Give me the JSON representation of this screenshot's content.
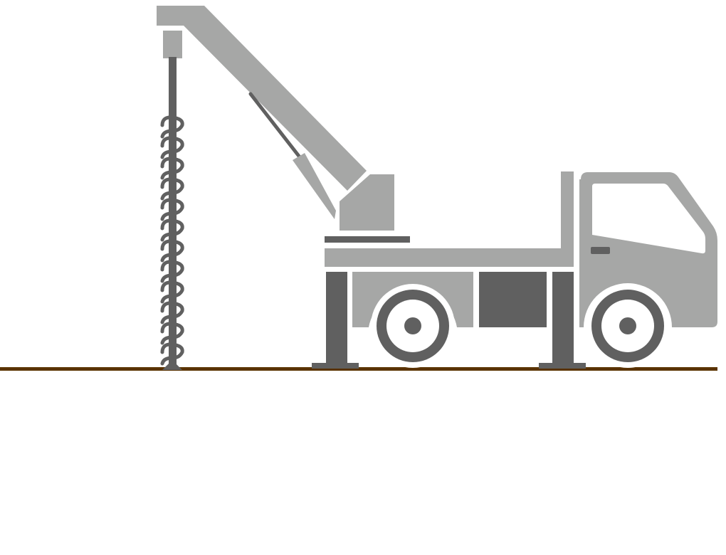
{
  "scene": {
    "background": "#ffffff",
    "colors": {
      "body_light": "#a6a7a6",
      "body_dark": "#606060",
      "ground": "#5a3300",
      "window": "#ffffff",
      "outline_gap": "#ffffff"
    },
    "objects": [
      {
        "name": "ground-line",
        "description_icon": "ground-line"
      },
      {
        "name": "auger-drill",
        "description_icon": "auger-drill-icon"
      },
      {
        "name": "crane-boom",
        "description_icon": "crane-boom-icon"
      },
      {
        "name": "hydraulic-cylinder",
        "description_icon": "hydraulic-cylinder-icon"
      },
      {
        "name": "truck-cab",
        "description_icon": "truck-cab-icon"
      },
      {
        "name": "truck-bed",
        "description_icon": "truck-bed-icon"
      },
      {
        "name": "outrigger-front",
        "description_icon": "outrigger-icon"
      },
      {
        "name": "outrigger-rear",
        "description_icon": "outrigger-icon"
      },
      {
        "name": "wheel-rear",
        "description_icon": "wheel-icon"
      },
      {
        "name": "wheel-front",
        "description_icon": "wheel-icon"
      }
    ]
  }
}
